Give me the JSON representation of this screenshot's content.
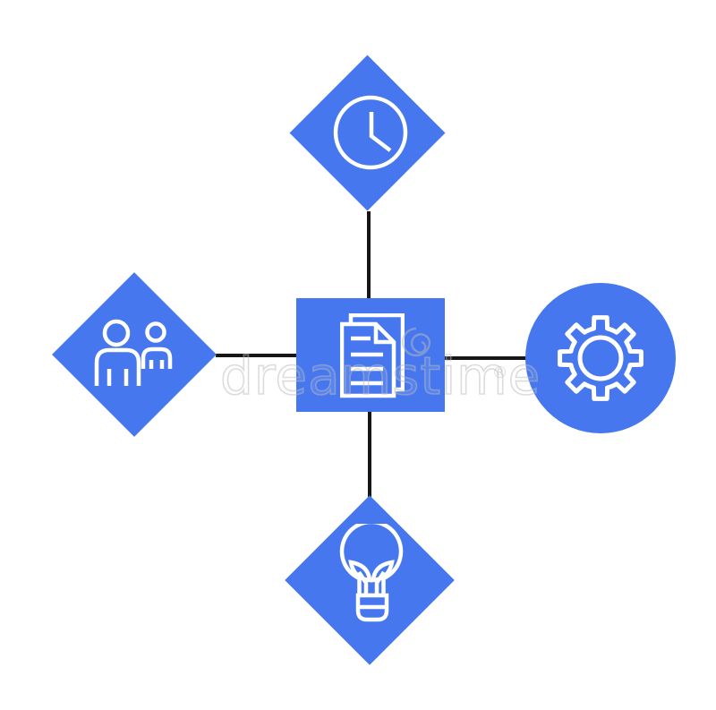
{
  "image": {
    "kind": "workflow-diagram-illustration",
    "background": "#ffffff"
  },
  "palette": {
    "shape_fill": "#4677ee",
    "icon_stroke": "#ffffff",
    "connector": "#161616",
    "watermark_gray": "#bababa"
  },
  "watermark": {
    "word": "dreamstime",
    "registered_mark": "®",
    "logo": "spiral-logo"
  },
  "diagram": {
    "center_node": {
      "id": "documents",
      "shape": "square",
      "icon": "documents-icon"
    },
    "satellite_nodes": [
      {
        "id": "time",
        "position": "top",
        "shape": "diamond",
        "icon": "clock-icon"
      },
      {
        "id": "people",
        "position": "left",
        "shape": "diamond",
        "icon": "people-icon"
      },
      {
        "id": "settings",
        "position": "right",
        "shape": "circle",
        "icon": "gear-icon"
      },
      {
        "id": "idea",
        "position": "bottom",
        "shape": "diamond",
        "icon": "lightbulb-icon"
      }
    ],
    "connectors": [
      "center-top",
      "center-left",
      "center-right",
      "center-bottom"
    ]
  }
}
